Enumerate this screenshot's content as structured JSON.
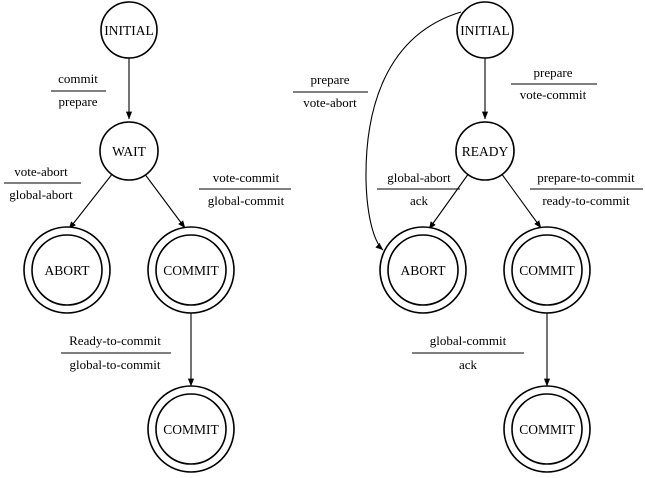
{
  "coordinator": {
    "states": {
      "initial": "INITIAL",
      "wait": "WAIT",
      "abort": "ABORT",
      "commit": "COMMIT",
      "commit_final": "COMMIT"
    },
    "transitions": {
      "initial_to_wait": {
        "event": "commit",
        "action": "prepare"
      },
      "wait_to_abort": {
        "event": "vote-abort",
        "action": "global-abort"
      },
      "wait_to_commit": {
        "event": "vote-commit",
        "action": "global-commit"
      },
      "commit_to_commit": {
        "event": "Ready-to-commit",
        "action": "global-to-commit"
      }
    }
  },
  "participant": {
    "states": {
      "initial": "INITIAL",
      "ready": "READY",
      "abort": "ABORT",
      "commit": "COMMIT",
      "commit_final": "COMMIT"
    },
    "transitions": {
      "initial_to_abort": {
        "event": "prepare",
        "action": "vote-abort"
      },
      "initial_to_ready": {
        "event": "prepare",
        "action": "vote-commit"
      },
      "ready_to_abort": {
        "event": "global-abort",
        "action": "ack"
      },
      "ready_to_commit": {
        "event": "prepare-to-commit",
        "action": "ready-to-commit"
      },
      "commit_to_commit": {
        "event": "global-commit",
        "action": "ack"
      }
    }
  }
}
